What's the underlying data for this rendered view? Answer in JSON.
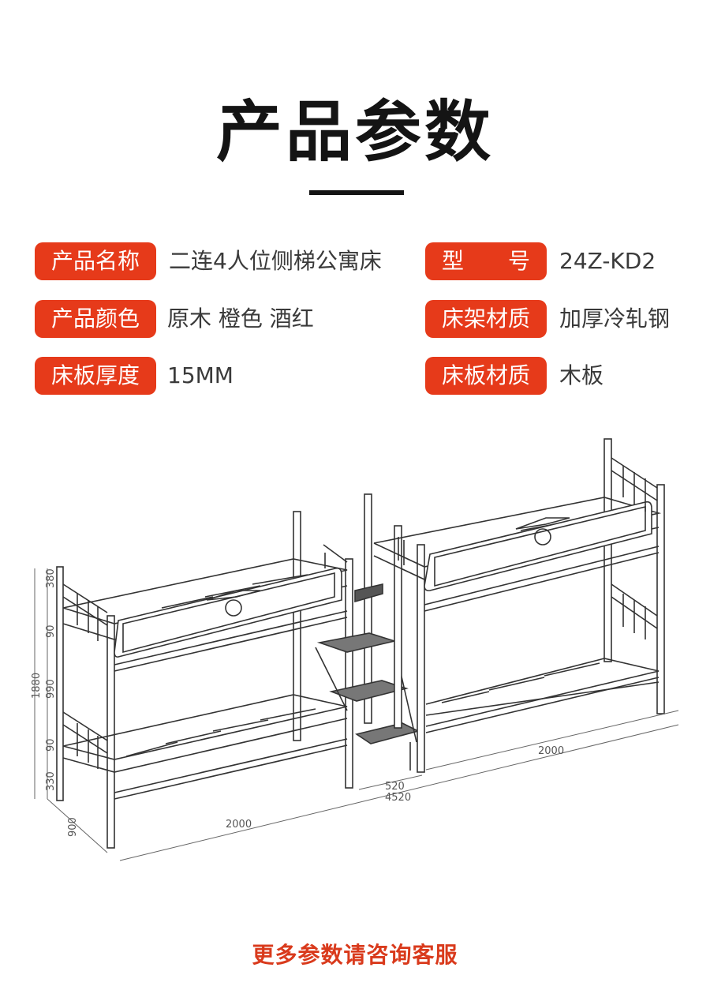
{
  "header": {
    "title": "产品参数"
  },
  "specs": {
    "name_label": "产品名称",
    "name_value": "二连4人位侧梯公寓床",
    "model_label": "型　　号",
    "model_value": "24Z-KD2",
    "color_label": "产品颜色",
    "color_value": "原木  橙色  酒红",
    "frame_label": "床架材质",
    "frame_value": "加厚冷轧钢",
    "thickness_label": "床板厚度",
    "thickness_value": "15MM",
    "board_label": "床板材质",
    "board_value": "木板"
  },
  "dimensions": {
    "h_top": "380",
    "h_rail1": "90",
    "h_mid": "990",
    "h_total": "1880",
    "h_rail2": "90",
    "h_bottom": "330",
    "depth": "900",
    "length_left": "2000",
    "length_right": "2000",
    "ladder": "520",
    "total_length": "4520"
  },
  "footer": {
    "text": "更多参数请咨询客服"
  },
  "colors": {
    "accent": "#e63a1a",
    "footer": "#d93a1c",
    "title": "#141414"
  }
}
